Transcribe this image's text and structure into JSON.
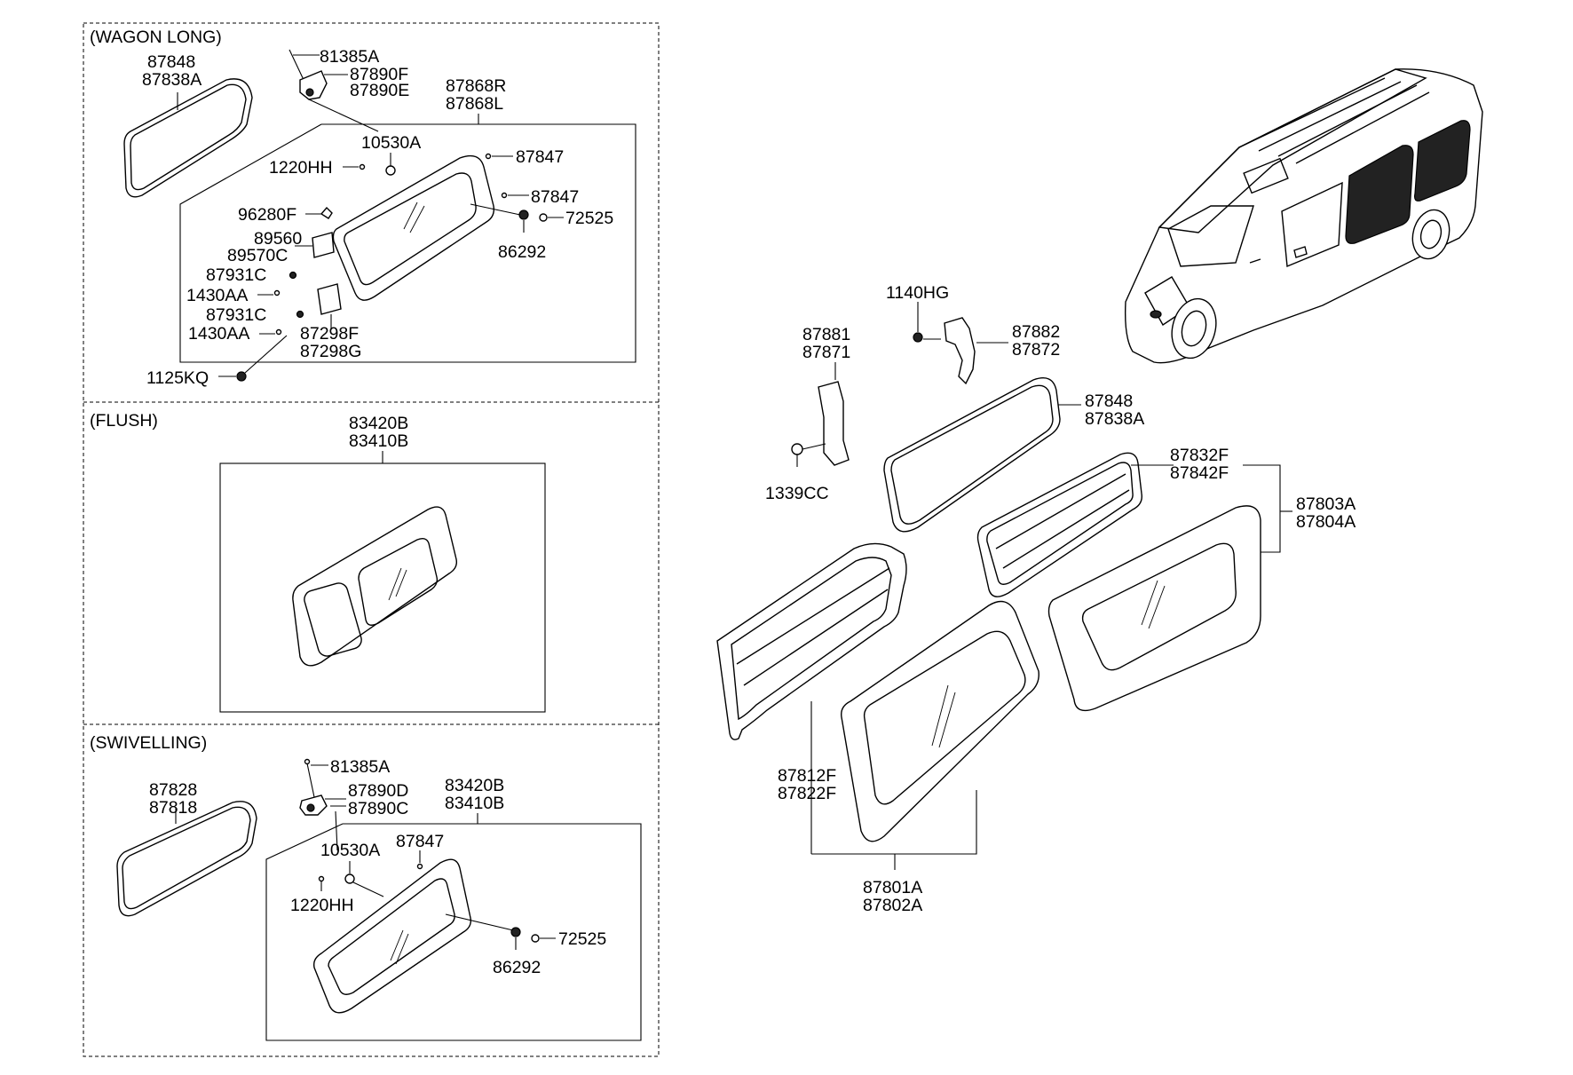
{
  "sections": {
    "wagon_long": "(WAGON LONG)",
    "flush": "(FLUSH)",
    "swivelling": "(SWIVELLING)"
  },
  "wagon_long": {
    "p87848": "87848",
    "p87838A": "87838A",
    "p81385A": "81385A",
    "p87890F": "87890F",
    "p87890E": "87890E",
    "p87868R": "87868R",
    "p87868L": "87868L",
    "p10530A": "10530A",
    "p1220HH": "1220HH",
    "p87847a": "87847",
    "p87847b": "87847",
    "p72525": "72525",
    "p86292": "86292",
    "p96280F": "96280F",
    "p89560": "89560",
    "p89570C": "89570C",
    "p87931Ca": "87931C",
    "p1430AAa": "1430AA",
    "p87931Cb": "87931C",
    "p1430AAb": "1430AA",
    "p87298F": "87298F",
    "p87298G": "87298G",
    "p1125KQ": "1125KQ"
  },
  "flush": {
    "p83420B": "83420B",
    "p83410B": "83410B"
  },
  "swivelling": {
    "p87828": "87828",
    "p87818": "87818",
    "p81385A": "81385A",
    "p87890D": "87890D",
    "p87890C": "87890C",
    "p83420B": "83420B",
    "p83410B": "83410B",
    "p10530A": "10530A",
    "p87847": "87847",
    "p1220HH": "1220HH",
    "p72525": "72525",
    "p86292": "86292"
  },
  "main": {
    "p1140HG": "1140HG",
    "p87881": "87881",
    "p87871": "87871",
    "p87882": "87882",
    "p87872": "87872",
    "p1339CC": "1339CC",
    "p87848": "87848",
    "p87838A": "87838A",
    "p87832F": "87832F",
    "p87842F": "87842F",
    "p87803A": "87803A",
    "p87804A": "87804A",
    "p87812F": "87812F",
    "p87822F": "87822F",
    "p87801A": "87801A",
    "p87802A": "87802A"
  }
}
